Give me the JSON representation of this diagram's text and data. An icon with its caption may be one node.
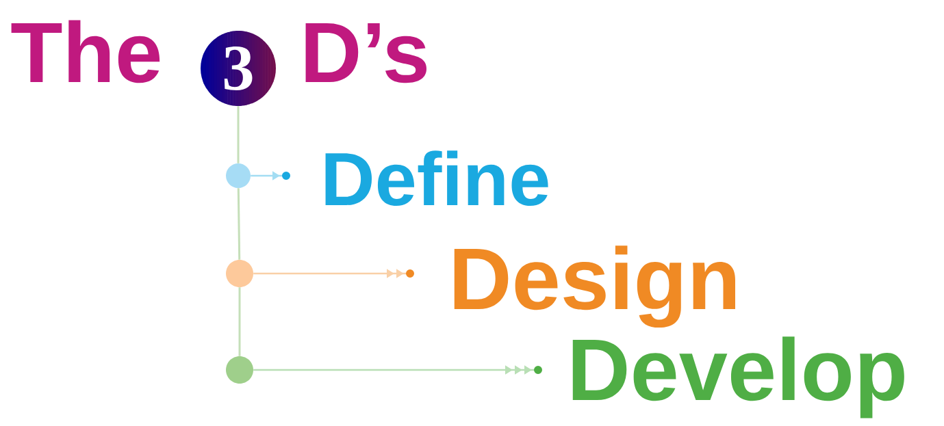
{
  "diagram": {
    "nodes": [
      {
        "text": [
          "3"
        ]
      },
      {
        "text": [],
        "shape": "circle"
      },
      {
        "text": [
          "Define"
        ]
      },
      {
        "text": [],
        "shape": "circle"
      },
      {
        "text": [
          "Design"
        ]
      },
      {
        "text": [],
        "shape": "circle"
      },
      {
        "text": [
          "Develop"
        ]
      }
    ],
    "edges": [
      {
        "from": 0,
        "to": 1,
        "arrow": "none",
        "color": "#c5dfb9"
      },
      {
        "from": 1,
        "to": 3,
        "arrow": "none",
        "color": "#c5dfb9"
      },
      {
        "from": 3,
        "to": 5,
        "arrow": "none",
        "color": "#c5dfb9"
      },
      {
        "from": 1,
        "to": 2,
        "arrow": "to",
        "color": "#a3ddf3"
      },
      {
        "from": 3,
        "to": 4,
        "arrow": "to",
        "color": "#f9d0a7"
      },
      {
        "from": 5,
        "to": 6,
        "arrow": "to",
        "color": "#b9dfb5"
      }
    ],
    "labels": [
      "The",
      "D’s"
    ]
  }
}
